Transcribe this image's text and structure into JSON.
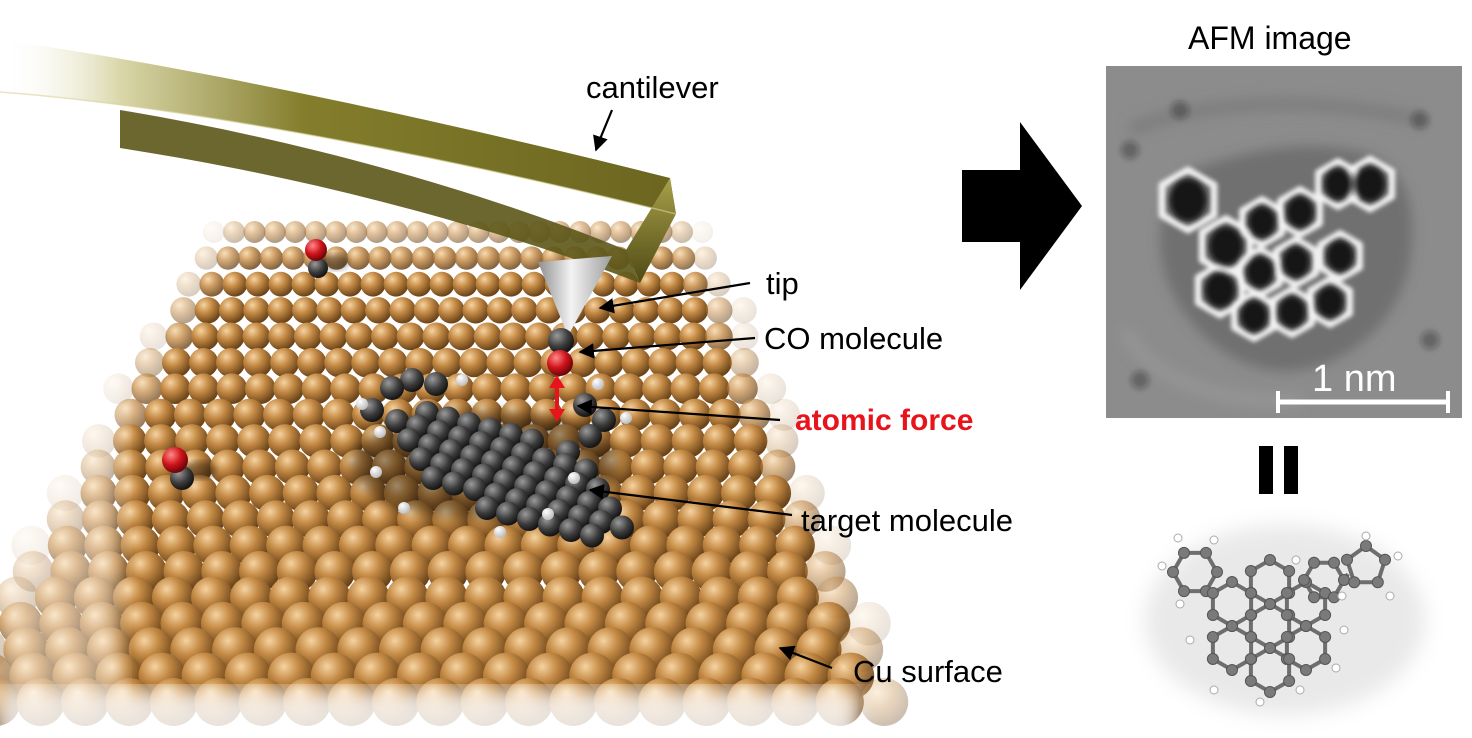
{
  "labels": {
    "cantilever": "cantilever",
    "tip": "tip",
    "co_molecule": "CO molecule",
    "atomic_force": "atomic force",
    "target_molecule": "target molecule",
    "cu_surface": "Cu surface",
    "afm_title": "AFM image",
    "scale_bar": "1 nm"
  },
  "colors": {
    "cantilever": "#6f6a22",
    "copper": "#b97c3a",
    "carbon": "#3d3d3d",
    "oxygen": "#d0141c",
    "hydrogen": "#f4f4f4",
    "force_arrow": "#e8141b",
    "afm_background": "#8c8c8c",
    "equals_sign": "#000000"
  },
  "icons": {
    "big_arrow": "right-arrow-icon",
    "equals": "equals-sign-icon"
  }
}
